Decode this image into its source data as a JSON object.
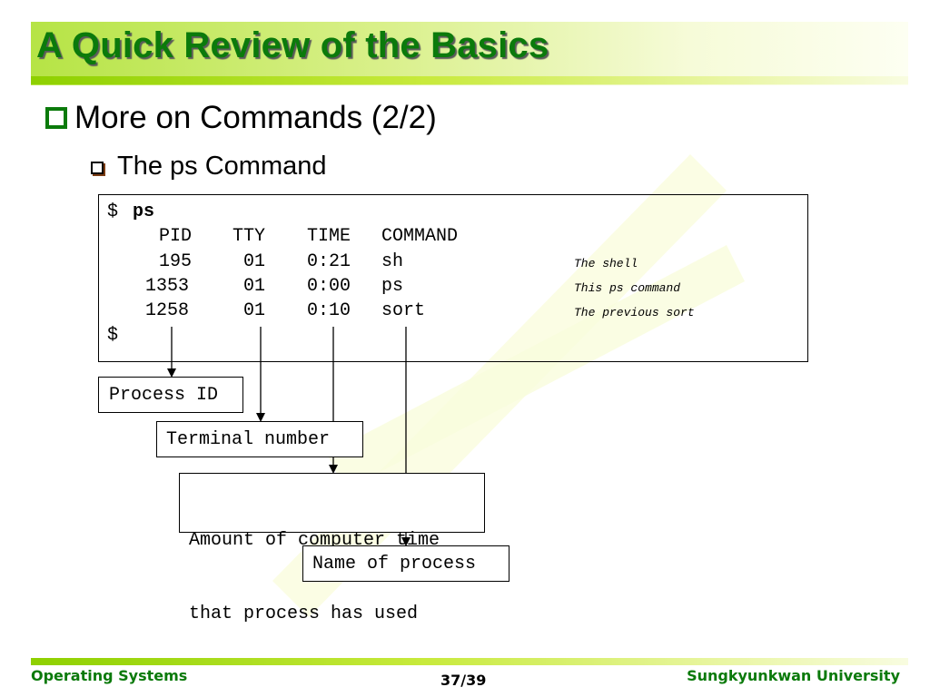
{
  "slide": {
    "title": "A Quick Review of the Basics",
    "bullet1": "More on Commands (2/2)",
    "bullet2": "The ps Command"
  },
  "terminal": {
    "prompt": "$",
    "command": "ps",
    "headers": [
      "PID",
      "TTY",
      "TIME",
      "COMMAND"
    ],
    "rows": [
      {
        "pid": "195",
        "tty": "01",
        "time": "0:21",
        "command": "sh",
        "comment": "The shell"
      },
      {
        "pid": "1353",
        "tty": "01",
        "time": "0:00",
        "command": "ps",
        "comment": "This ps command"
      },
      {
        "pid": "1258",
        "tty": "01",
        "time": "0:10",
        "command": "sort",
        "comment": "The previous sort"
      }
    ],
    "end_prompt": "$"
  },
  "labels": {
    "process_id": "Process ID",
    "terminal_number": "Terminal number",
    "time_line1": "Amount of computer time",
    "time_line2": "that process has used",
    "process_name": "Name of process"
  },
  "footer": {
    "left": "Operating Systems",
    "page": "37/39",
    "right": "Sungkyunkwan University"
  },
  "colors": {
    "title_green": "#0b7a0b",
    "accent_lime": "#8ed000"
  }
}
